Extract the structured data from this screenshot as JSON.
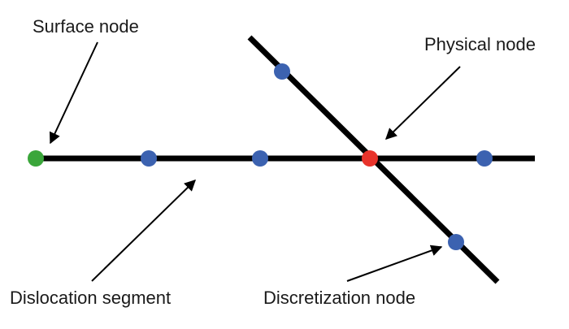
{
  "labels": {
    "surface_node": "Surface node",
    "physical_node": "Physical node",
    "dislocation_segment": "Dislocation segment",
    "discretization_node": "Discretization node"
  },
  "colors": {
    "line": "#000000",
    "surface_node": "#3aa63a",
    "physical_node": "#e8332b",
    "discretization_node": "#3c62b0",
    "text": "#1a1a1a"
  }
}
